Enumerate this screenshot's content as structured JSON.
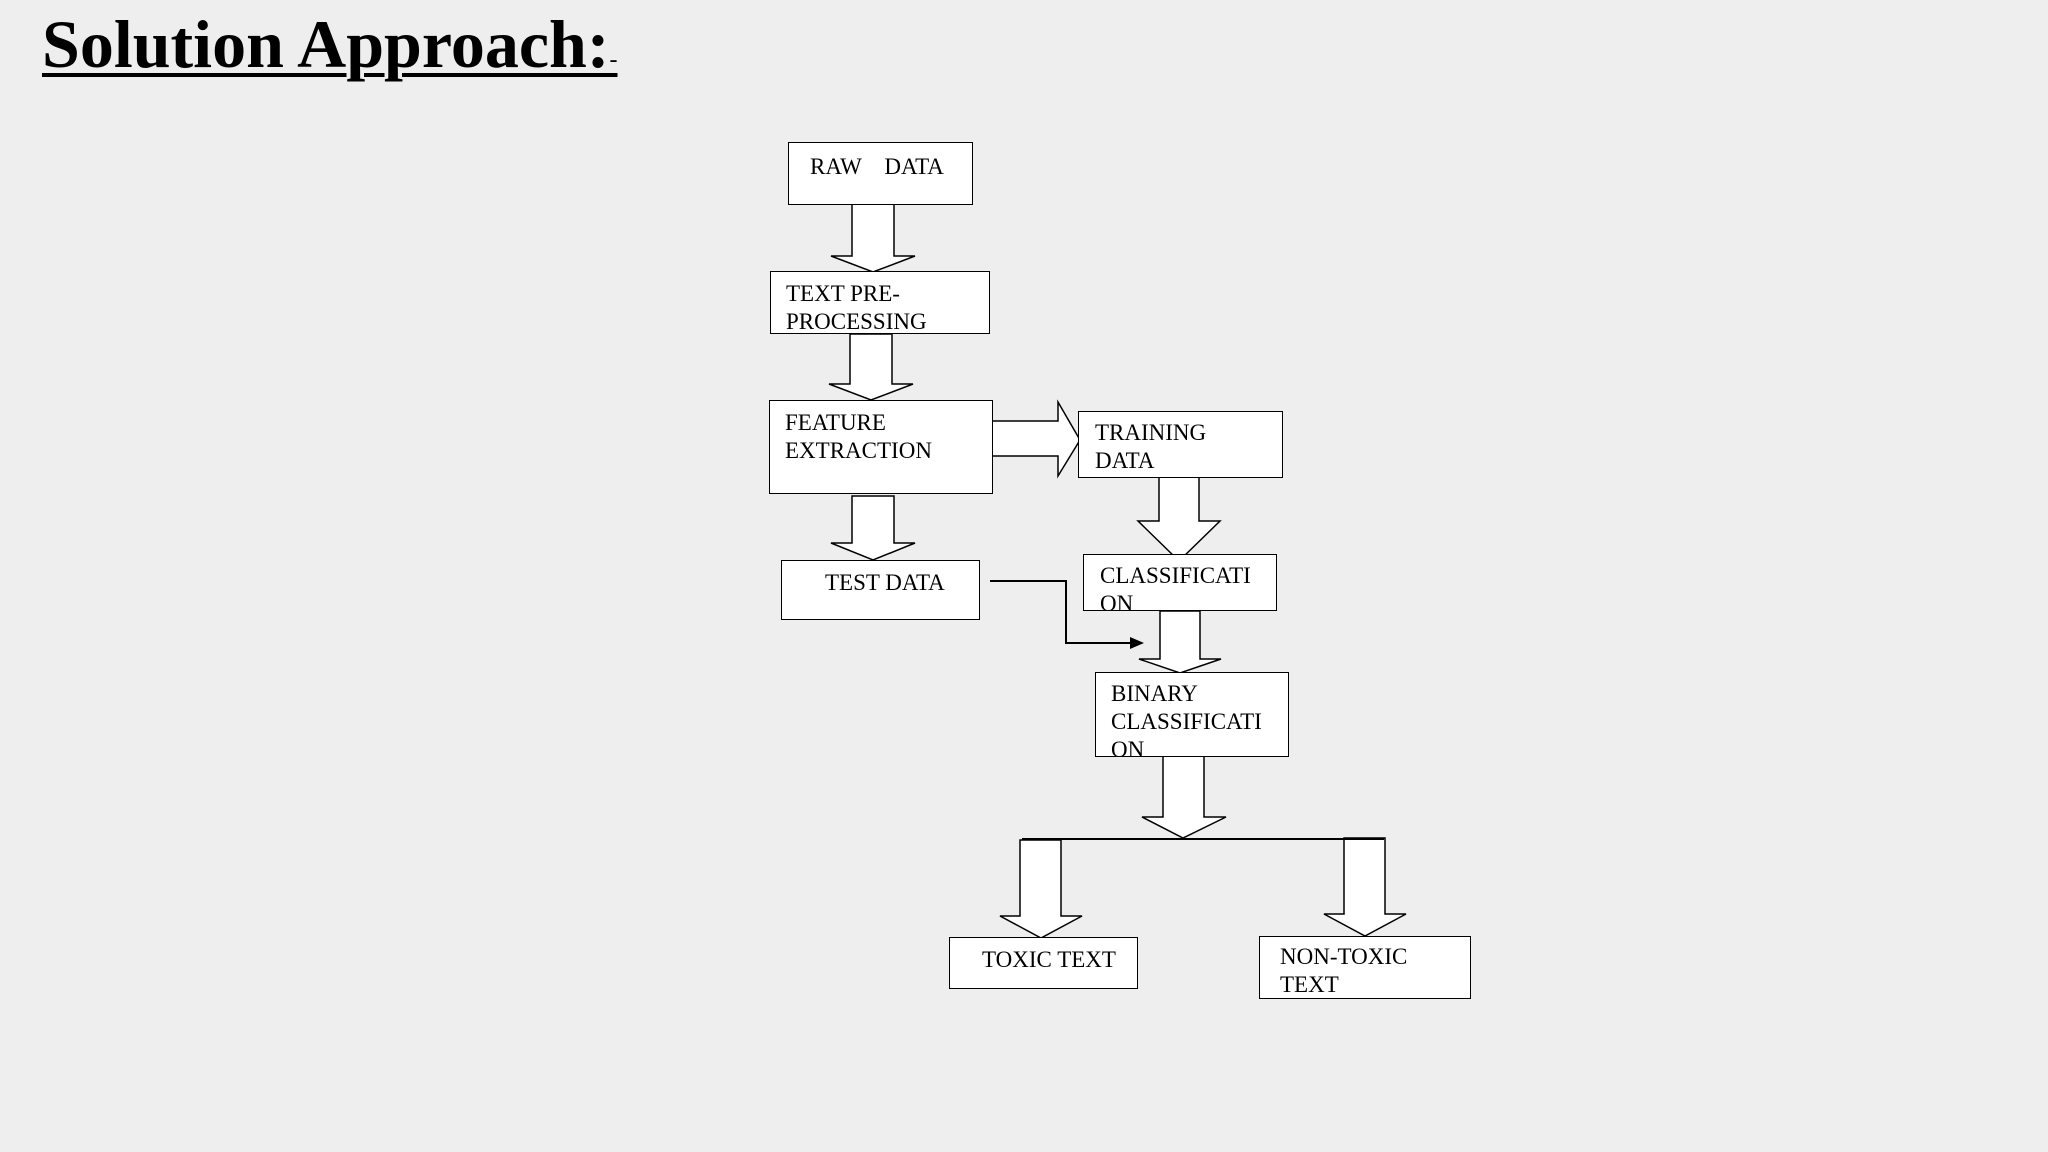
{
  "slide": {
    "title": "Solution Approach:",
    "title_suffix": "-"
  },
  "flowchart": {
    "nodes": {
      "raw_data": "RAW    DATA",
      "text_preprocessing": "TEXT PRE-\nPROCESSING",
      "feature_extraction": "FEATURE\nEXTRACTION",
      "training_data": "TRAINING\nDATA",
      "test_data": "TEST DATA",
      "classification": "CLASSIFICATI\nON",
      "binary_classification": "BINARY\nCLASSIFICATI\nON",
      "toxic_text": "TOXIC TEXT",
      "non_toxic_text": "NON-TOXIC\nTEXT"
    },
    "edges": [
      {
        "from": "raw_data",
        "to": "text_preprocessing",
        "style": "block-arrow"
      },
      {
        "from": "text_preprocessing",
        "to": "feature_extraction",
        "style": "block-arrow"
      },
      {
        "from": "feature_extraction",
        "to": "training_data",
        "style": "block-arrow"
      },
      {
        "from": "feature_extraction",
        "to": "test_data",
        "style": "block-arrow"
      },
      {
        "from": "training_data",
        "to": "classification",
        "style": "block-arrow"
      },
      {
        "from": "test_data",
        "to": "binary_classification",
        "style": "line-arrow"
      },
      {
        "from": "classification",
        "to": "binary_classification",
        "style": "block-arrow"
      },
      {
        "from": "binary_classification",
        "to": "toxic_text",
        "style": "block-arrow"
      },
      {
        "from": "binary_classification",
        "to": "non_toxic_text",
        "style": "block-arrow"
      }
    ]
  },
  "colors": {
    "background": "#eeeeee",
    "box_fill": "#ffffff",
    "stroke": "#000000"
  }
}
